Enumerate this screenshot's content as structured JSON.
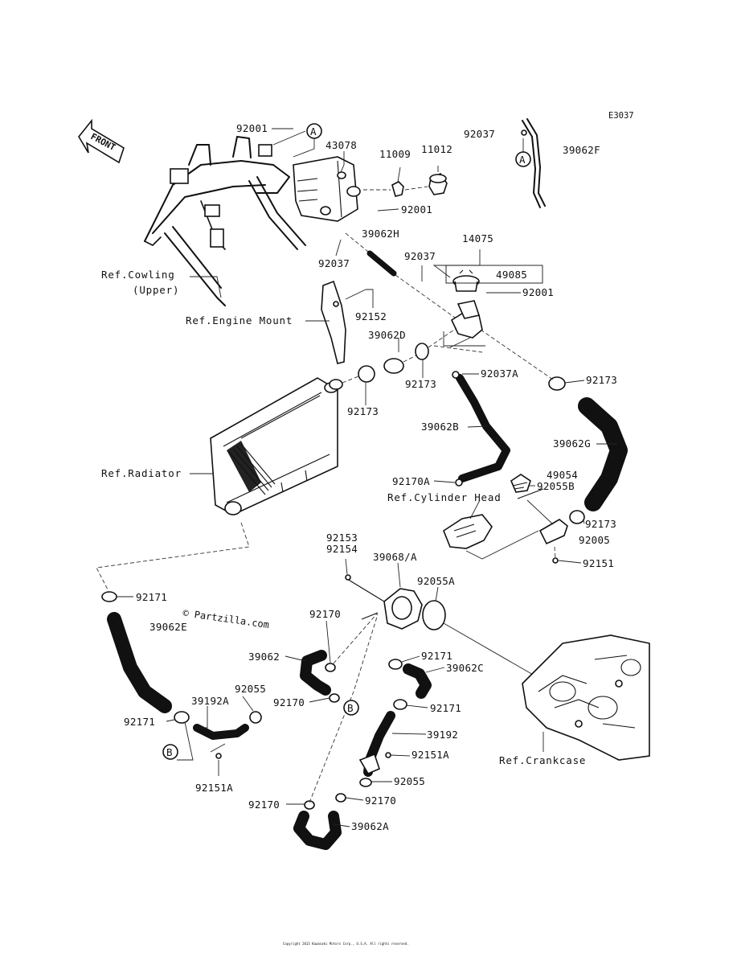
{
  "diagram_code": "E3037",
  "front_arrow": "FRONT",
  "watermark": "© Partzilla.com",
  "footer": "Copyright 2013 Kawasaki Motors Corp., U.S.A. All rights reserved.",
  "markers": {
    "a": "A",
    "b": "B"
  },
  "refs": {
    "cowling_line1": "Ref.Cowling",
    "cowling_line2": "(Upper)",
    "engine_mount": "Ref.Engine Mount",
    "radiator": "Ref.Radiator",
    "cylinder_head": "Ref.Cylinder Head",
    "crankcase": "Ref.Crankcase"
  },
  "parts": {
    "p92001_top": "92001",
    "p43078": "43078",
    "p11009": "11009",
    "p11012": "11012",
    "p92037_top": "92037",
    "p39062F": "39062F",
    "p92001_mid": "92001",
    "p39062H": "39062H",
    "p92037_left": "92037",
    "p92037_mid": "92037",
    "p14075": "14075",
    "p49085": "49085",
    "p92001_cap": "92001",
    "p92152": "92152",
    "p39062D": "39062D",
    "p92173_a": "92173",
    "p92037A": "92037A",
    "p92173_right": "92173",
    "p92173_b": "92173",
    "p39062B": "39062B",
    "p39062G": "39062G",
    "p49054": "49054",
    "p92170A": "92170A",
    "p92055B": "92055B",
    "p92173_low": "92173",
    "p92005": "92005",
    "p92151": "92151",
    "p92153": "92153",
    "p92154": "92154",
    "p39068A": "39068/A",
    "p92055A": "92055A",
    "p92171_left": "92171",
    "p39062E": "39062E",
    "p92170_top": "92170",
    "p39062": "39062",
    "p92171_mid": "92171",
    "p39062C": "39062C",
    "p92055_left": "92055",
    "p39192A": "39192A",
    "p92170_mid": "92170",
    "p92171_low": "92171",
    "p92171_bl": "92171",
    "p39192": "39192",
    "p92151A_right": "92151A",
    "p92055_right": "92055",
    "p92151A_left": "92151A",
    "p92170_bl": "92170",
    "p92170_br": "92170",
    "p39062A": "39062A"
  }
}
